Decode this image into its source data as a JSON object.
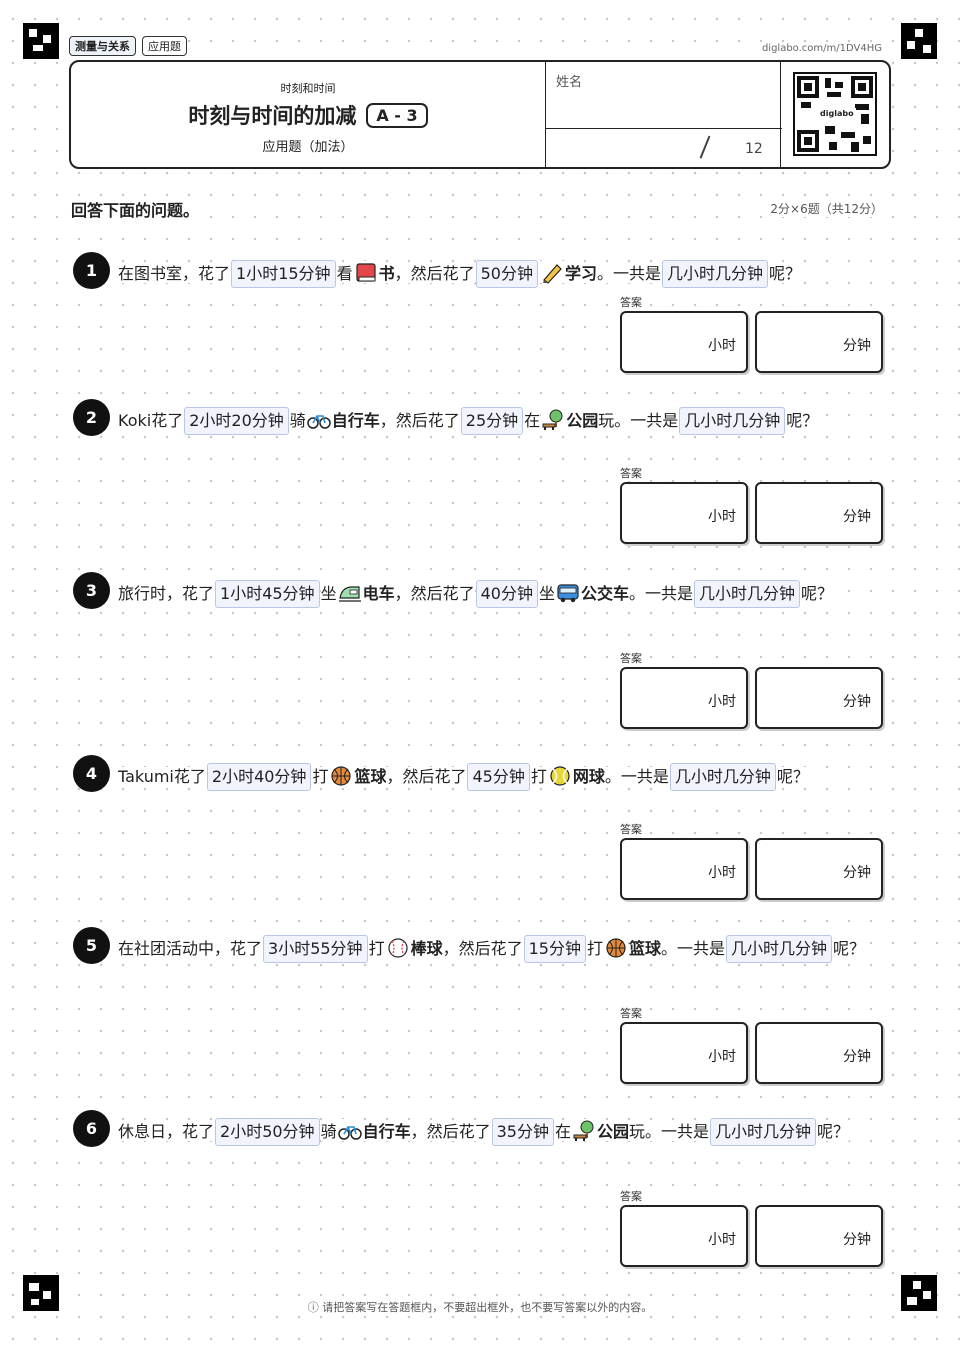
{
  "tags": [
    "测量与关系",
    "应用题"
  ],
  "url": "diglabo.com/m/1DV4HG",
  "header": {
    "category": "时刻和时间",
    "title": "时刻与时间的加减",
    "level": "A - 3",
    "subtitle": "应用题（加法）",
    "name_label": "姓名",
    "score_total": "12",
    "qr_text": "diglabo"
  },
  "instruction": "回答下面的问题。",
  "points": "2分×6题（共12分）",
  "answer_label": "答案",
  "unit_hours": "小时",
  "unit_minutes": "分钟",
  "questions": [
    {
      "num": "1",
      "parts": [
        {
          "t": "在图书室，花了"
        },
        {
          "t": "1小时15分钟",
          "hl": true
        },
        {
          "t": "看"
        },
        {
          "icon": "book-icon"
        },
        {
          "t": "书",
          "bold": true
        },
        {
          "t": "，然后花了"
        },
        {
          "t": "50分钟",
          "hl": true
        },
        {
          "icon": "pencil-icon"
        },
        {
          "t": "学习",
          "bold": true
        },
        {
          "t": "。一共是"
        },
        {
          "t": "几小时几分钟",
          "hl": true
        },
        {
          "t": "呢？"
        }
      ]
    },
    {
      "num": "2",
      "parts": [
        {
          "t": "Koki花了"
        },
        {
          "t": "2小时20分钟",
          "hl": true
        },
        {
          "t": "骑"
        },
        {
          "icon": "bicycle-icon"
        },
        {
          "t": "自行车",
          "bold": true
        },
        {
          "t": "，然后花了"
        },
        {
          "t": "25分钟",
          "hl": true
        },
        {
          "t": "在"
        },
        {
          "icon": "park-icon"
        },
        {
          "t": "公园",
          "bold": true
        },
        {
          "t": "玩。一共是"
        },
        {
          "t": "几小时几分钟",
          "hl": true
        },
        {
          "t": "呢？"
        }
      ]
    },
    {
      "num": "3",
      "parts": [
        {
          "t": "旅行时，花了"
        },
        {
          "t": "1小时45分钟",
          "hl": true
        },
        {
          "t": "坐"
        },
        {
          "icon": "train-icon"
        },
        {
          "t": "电车",
          "bold": true
        },
        {
          "t": "，然后花了"
        },
        {
          "t": "40分钟",
          "hl": true
        },
        {
          "t": "坐"
        },
        {
          "icon": "bus-icon"
        },
        {
          "t": "公交车",
          "bold": true
        },
        {
          "t": "。一共是"
        },
        {
          "t": "几小时几分钟",
          "hl": true
        },
        {
          "t": "呢？"
        }
      ]
    },
    {
      "num": "4",
      "parts": [
        {
          "t": "Takumi花了"
        },
        {
          "t": "2小时40分钟",
          "hl": true
        },
        {
          "t": "打"
        },
        {
          "icon": "basketball-icon"
        },
        {
          "t": "篮球",
          "bold": true
        },
        {
          "t": "，然后花了"
        },
        {
          "t": "45分钟",
          "hl": true
        },
        {
          "t": "打"
        },
        {
          "icon": "tennis-ball-icon"
        },
        {
          "t": "网球",
          "bold": true
        },
        {
          "t": "。一共是"
        },
        {
          "t": "几小时几分钟",
          "hl": true
        },
        {
          "t": "呢？"
        }
      ]
    },
    {
      "num": "5",
      "parts": [
        {
          "t": "在社团活动中，花了"
        },
        {
          "t": "3小时55分钟",
          "hl": true
        },
        {
          "t": "打"
        },
        {
          "icon": "baseball-icon"
        },
        {
          "t": "棒球",
          "bold": true
        },
        {
          "t": "，然后花了"
        },
        {
          "t": "15分钟",
          "hl": true
        },
        {
          "t": "打"
        },
        {
          "icon": "basketball-icon"
        },
        {
          "t": "篮球",
          "bold": true
        },
        {
          "t": "。一共是"
        },
        {
          "t": "几小时几分钟",
          "hl": true
        },
        {
          "t": "呢？"
        }
      ]
    },
    {
      "num": "6",
      "parts": [
        {
          "t": "休息日，花了"
        },
        {
          "t": "2小时50分钟",
          "hl": true
        },
        {
          "t": "骑"
        },
        {
          "icon": "bicycle-icon"
        },
        {
          "t": "自行车",
          "bold": true
        },
        {
          "t": "，然后花了"
        },
        {
          "t": "35分钟",
          "hl": true
        },
        {
          "t": "在"
        },
        {
          "icon": "park-icon"
        },
        {
          "t": "公园",
          "bold": true
        },
        {
          "t": "玩。一共是"
        },
        {
          "t": "几小时几分钟",
          "hl": true
        },
        {
          "t": "呢？"
        }
      ]
    }
  ],
  "footer": "ⓘ 请把答案写在答题框内，不要超出框外，也不要写答案以外的内容。"
}
